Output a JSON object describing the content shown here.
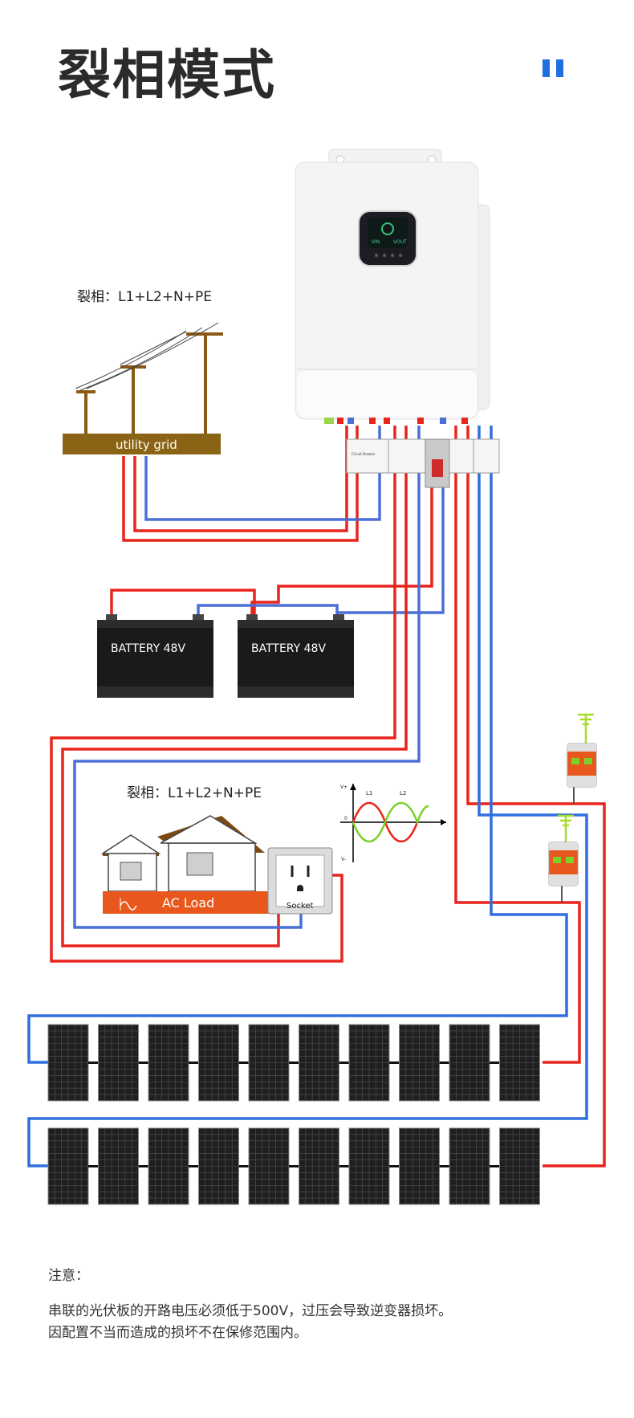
{
  "page": {
    "title": "裂相模式"
  },
  "grid": {
    "phase_label": "裂相：L1+L2+N+PE",
    "name": "utility grid"
  },
  "batteries": [
    {
      "label": "BATTERY 48V"
    },
    {
      "label": "BATTERY 48V"
    }
  ],
  "load": {
    "phase_label": "裂相：L1+L2+N+PE",
    "name": "AC Load",
    "socket": "Socket"
  },
  "waveform": {
    "l1": "L1",
    "l2": "L2",
    "v_plus": "V+",
    "v_minus": "V-",
    "zero": "0"
  },
  "breakers": {
    "label": "Circuit Breaker"
  },
  "notes": {
    "title": "注意：",
    "line1": "串联的光伏板的开路电压必须低于500V，过压会导致逆变器损坏。",
    "line2": "因配置不当而造成的损坏不在保修范围内。"
  },
  "colors": {
    "live": "#e8241c",
    "neutral": "#4a6fd6",
    "pv_neg": "#2f6fe0",
    "accent": "#1e6fe0",
    "spd": "#e8581c"
  },
  "icons": {
    "pause": "pause-icon",
    "ground": "ground-icon"
  }
}
